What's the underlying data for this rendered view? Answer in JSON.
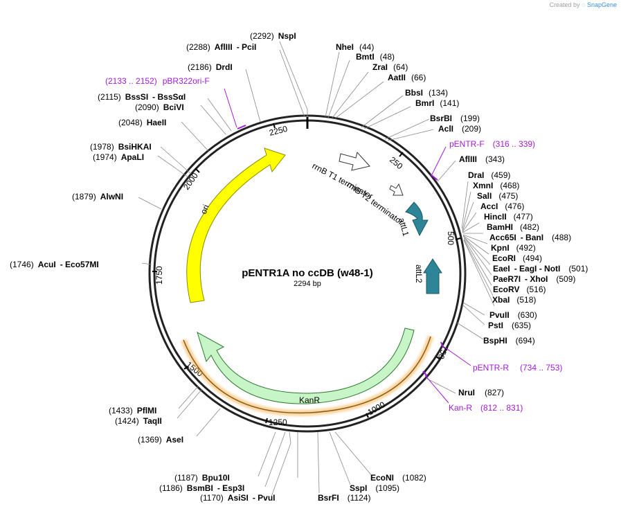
{
  "watermark": {
    "prefix": "Created by",
    "brand": "SnapGene"
  },
  "plasmid": {
    "name": "pENTR1A no ccDB (w48-1)",
    "size": "2294 bp"
  },
  "ring_ticks": [
    "250",
    "500",
    "750",
    "1000",
    "1250",
    "1500",
    "1750",
    "2000",
    "2250"
  ],
  "features": {
    "ori": "ori",
    "rrnb_t1": "rrnB T1 terminator",
    "rrnb_t2": "rrnB T2 terminator",
    "attl1": "attL1",
    "attl2": "attL2",
    "kanr": "KanR"
  },
  "enzymes": [
    {
      "id": "nsp",
      "pre": "(2292)",
      "name": "NspI",
      "post": ""
    },
    {
      "id": "afl3",
      "pre": "(2288)",
      "name": "AflIII",
      "post": "- PciI"
    },
    {
      "id": "drd",
      "pre": "(2186)",
      "name": "DrdI",
      "post": ""
    },
    {
      "id": "bsssi",
      "pre": "(2115)",
      "name": "BssSI",
      "post": "- BssSαI"
    },
    {
      "id": "bcivi",
      "pre": "(2090)",
      "name": "BciVI",
      "post": ""
    },
    {
      "id": "hae2",
      "pre": "(2048)",
      "name": "HaeII",
      "post": ""
    },
    {
      "id": "bsihkai",
      "pre": "(1978)",
      "name": "BsiHKAI",
      "post": ""
    },
    {
      "id": "apali",
      "pre": "(1974)",
      "name": "ApaLI",
      "post": ""
    },
    {
      "id": "alwni",
      "pre": "(1879)",
      "name": "AlwNI",
      "post": ""
    },
    {
      "id": "acui",
      "pre": "(1746)",
      "name": "AcuI",
      "post": "- Eco57MI"
    },
    {
      "id": "pflmi",
      "pre": "(1433)",
      "name": "PflMI",
      "post": ""
    },
    {
      "id": "taqii",
      "pre": "(1424)",
      "name": "TaqII",
      "post": ""
    },
    {
      "id": "asei",
      "pre": "(1369)",
      "name": "AseI",
      "post": ""
    },
    {
      "id": "bpu10i",
      "pre": "(1187)",
      "name": "Bpu10I",
      "post": ""
    },
    {
      "id": "bsmbi",
      "pre": "(1186)",
      "name": "BsmBI",
      "post": "- Esp3I"
    },
    {
      "id": "asisi",
      "pre": "(1170)",
      "name": "AsiSI",
      "post": "- PvuI"
    },
    {
      "id": "nhei",
      "pre": "",
      "name": "NheI",
      "post": "(44)"
    },
    {
      "id": "bmti",
      "pre": "",
      "name": "BmtI",
      "post": "(48)"
    },
    {
      "id": "zrai",
      "pre": "",
      "name": "ZraI",
      "post": "(64)"
    },
    {
      "id": "aatii",
      "pre": "",
      "name": "AatII",
      "post": "(66)"
    },
    {
      "id": "bbsi",
      "pre": "",
      "name": "BbsI",
      "post": "(134)"
    },
    {
      "id": "bmri",
      "pre": "",
      "name": "BmrI",
      "post": "(141)"
    },
    {
      "id": "bsrbi",
      "pre": "",
      "name": "BsrBI",
      "post": "(199)"
    },
    {
      "id": "acli",
      "pre": "",
      "name": "AclI",
      "post": "(209)"
    },
    {
      "id": "afliii2",
      "pre": "",
      "name": "AflIII",
      "post": "(343)"
    },
    {
      "id": "drai",
      "pre": "",
      "name": "DraI",
      "post": "(459)"
    },
    {
      "id": "xmni",
      "pre": "",
      "name": "XmnI",
      "post": "(468)"
    },
    {
      "id": "sali",
      "pre": "",
      "name": "SalI",
      "post": "(475)"
    },
    {
      "id": "acci",
      "pre": "",
      "name": "AccI",
      "post": "(476)"
    },
    {
      "id": "hincii",
      "pre": "",
      "name": "HincII",
      "post": "(477)"
    },
    {
      "id": "bamhi",
      "pre": "",
      "name": "BamHI",
      "post": "(482)"
    },
    {
      "id": "acc65i",
      "pre": "",
      "name": "Acc65I",
      "post": "- BanI",
      "post2": "(488)"
    },
    {
      "id": "kpni",
      "pre": "",
      "name": "KpnI",
      "post": "(492)"
    },
    {
      "id": "ecori",
      "pre": "",
      "name": "EcoRI",
      "post": "(494)"
    },
    {
      "id": "eaei",
      "pre": "",
      "name": "EaeI",
      "post": "- EagI - NotI",
      "post2": "(501)"
    },
    {
      "id": "paer7i",
      "pre": "",
      "name": "PaeR7I",
      "post": "- XhoI",
      "post2": "(509)"
    },
    {
      "id": "ecorv",
      "pre": "",
      "name": "EcoRV",
      "post": "(516)"
    },
    {
      "id": "xbai",
      "pre": "",
      "name": "XbaI",
      "post": "(518)"
    },
    {
      "id": "pvuii",
      "pre": "",
      "name": "PvuII",
      "post": "(630)"
    },
    {
      "id": "psti",
      "pre": "",
      "name": "PstI",
      "post": "(635)"
    },
    {
      "id": "bsphi",
      "pre": "",
      "name": "BspHI",
      "post": "(694)"
    },
    {
      "id": "nrui",
      "pre": "",
      "name": "NruI",
      "post": "(827)"
    },
    {
      "id": "econi",
      "pre": "",
      "name": "EcoNI",
      "post": "(1082)"
    },
    {
      "id": "sspi",
      "pre": "",
      "name": "SspI",
      "post": "(1095)"
    },
    {
      "id": "bsrfi",
      "pre": "",
      "name": "BsrFI",
      "post": "(1124)"
    }
  ],
  "primers": [
    {
      "id": "pbr",
      "name": "pBR322ori-F",
      "range": "(2133 .. 2152)"
    },
    {
      "id": "pentrf",
      "name": "pENTR-F",
      "range": "(316 .. 339)"
    },
    {
      "id": "pentrr",
      "name": "pENTR-R",
      "range": "(734 .. 753)"
    },
    {
      "id": "kanr",
      "name": "Kan-R",
      "range": "(812 .. 831)"
    }
  ]
}
